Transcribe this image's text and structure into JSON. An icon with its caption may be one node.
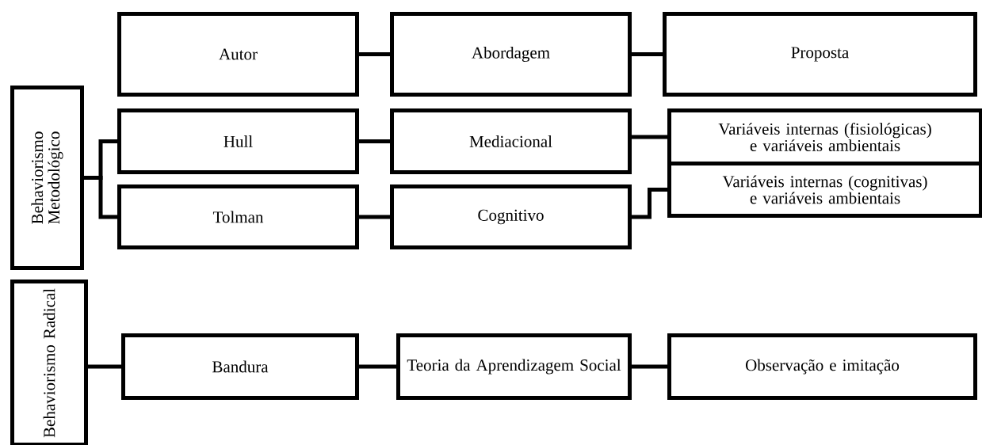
{
  "diagram": {
    "nodes": [
      {
        "text": [
          "Autor"
        ]
      },
      {
        "text": [
          "Abordagem"
        ]
      },
      {
        "text": [
          "Proposta"
        ]
      },
      {
        "text": [
          "Behaviorismo Metodológico"
        ]
      },
      {
        "text": [
          "Hull"
        ]
      },
      {
        "text": [
          "Mediacional"
        ]
      },
      {
        "text": [
          "Variáveis internas (fisiológicas) e variáveis ambientais"
        ]
      },
      {
        "text": [
          "Tolman"
        ]
      },
      {
        "text": [
          "Cognitivo"
        ]
      },
      {
        "text": [
          "Variáveis internas (cognitivas) e variáveis ambientais"
        ]
      },
      {
        "text": [
          "Behaviorismo Radical"
        ]
      },
      {
        "text": [
          "Bandura"
        ]
      },
      {
        "text": [
          "Teoria da Aprendizagem Social"
        ]
      },
      {
        "text": [
          "Observação e imitação"
        ]
      }
    ],
    "edges": [
      {
        "from": 0,
        "to": 1,
        "arrow": "none"
      },
      {
        "from": 1,
        "to": 2,
        "arrow": "none"
      },
      {
        "from": 3,
        "to": 4,
        "arrow": "none"
      },
      {
        "from": 3,
        "to": 7,
        "arrow": "none"
      },
      {
        "from": 4,
        "to": 5,
        "arrow": "none"
      },
      {
        "from": 5,
        "to": 6,
        "arrow": "none"
      },
      {
        "from": 7,
        "to": 8,
        "arrow": "none"
      },
      {
        "from": 8,
        "to": 9,
        "arrow": "none"
      },
      {
        "from": 10,
        "to": 11,
        "arrow": "none"
      },
      {
        "from": 11,
        "to": 12,
        "arrow": "none"
      },
      {
        "from": 12,
        "to": 13,
        "arrow": "none"
      }
    ]
  }
}
